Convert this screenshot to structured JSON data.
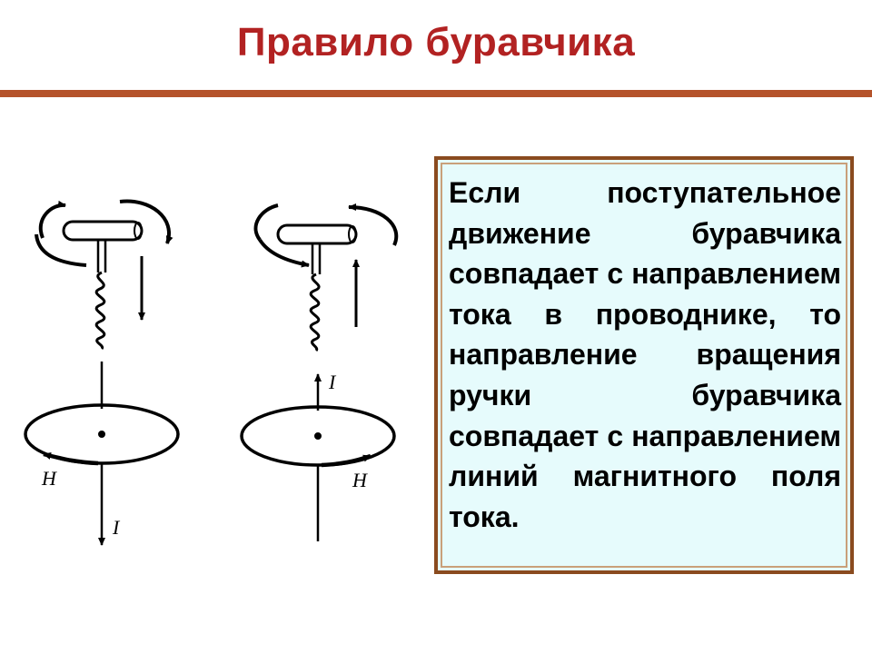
{
  "title": "Правило буравчика",
  "rule_text": "Если поступательное движение буравчика совпадает с направлением тока в проводнике, то направление вращения ручки буравчика совпадает с направлением линий магнитного поля тока.",
  "figure": {
    "left_current_label": "I",
    "left_field_label": "H",
    "right_current_label": "I",
    "right_field_label": "H"
  },
  "colors": {
    "title": "#b22222",
    "rule_line": "#b5532b",
    "box_border": "#8a4b1f",
    "box_fill": "#e6fbfc"
  }
}
